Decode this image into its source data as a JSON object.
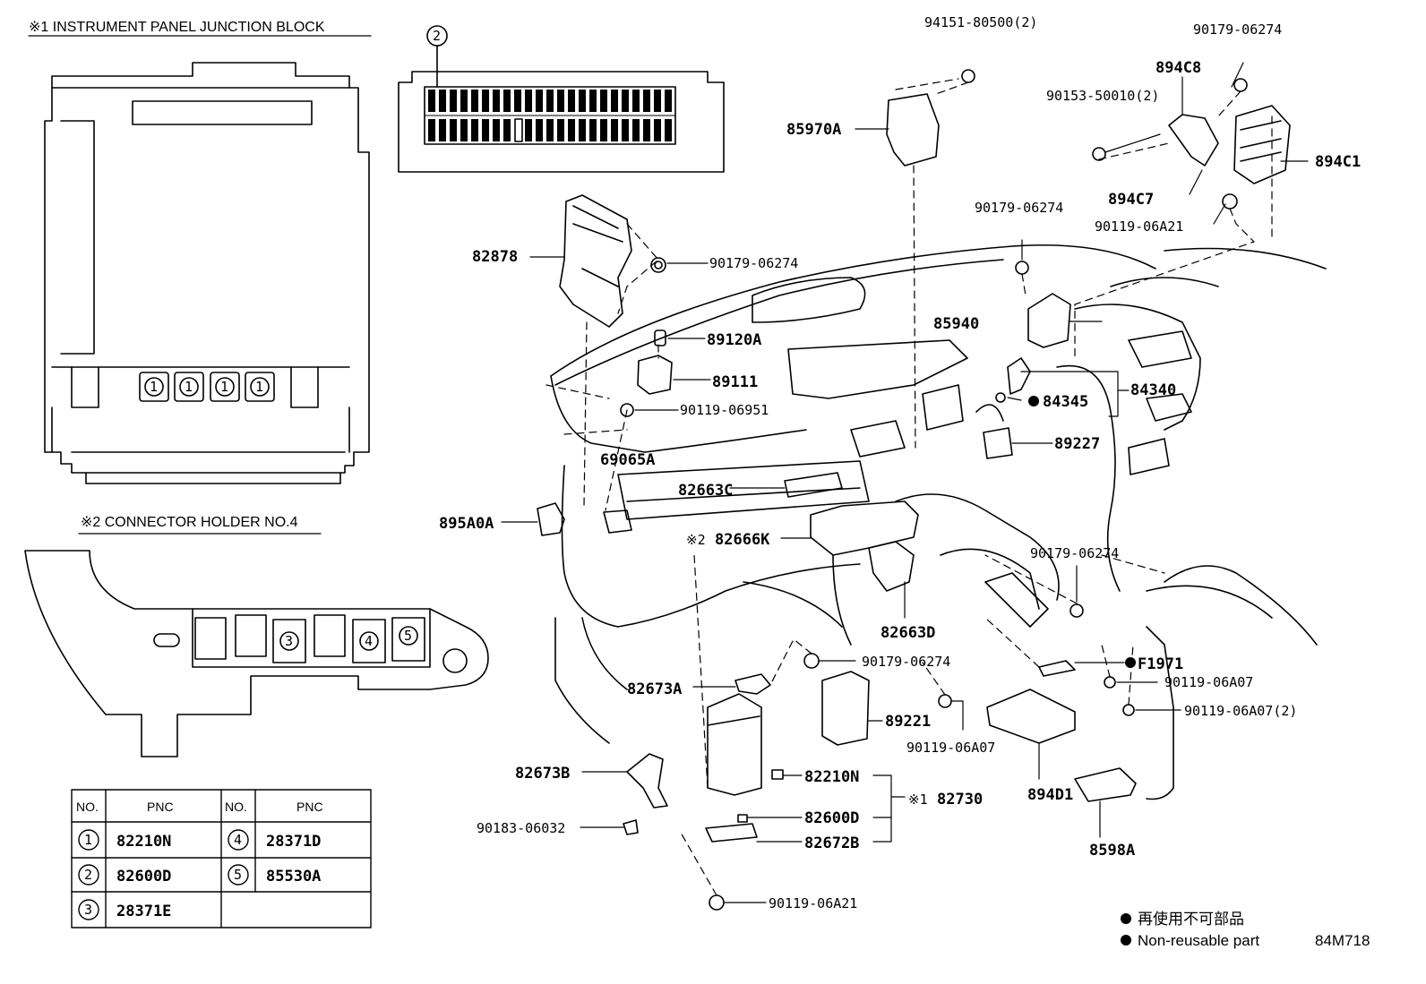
{
  "titles": {
    "jb_title": "※1 INSTRUMENT PANEL JUNCTION BLOCK",
    "ch_title": "※2 CONNECTOR HOLDER NO.4"
  },
  "diagram_ref": "84M718",
  "legend": {
    "jp": "再使用不可部品",
    "en": "Non-reusable part"
  },
  "circle_labels": {
    "c1": "1",
    "c2": "2",
    "c3": "3",
    "c4": "4",
    "c5": "5"
  },
  "table": {
    "headers": [
      "NO.",
      "PNC",
      "NO.",
      "PNC"
    ],
    "rows": [
      {
        "no1": "1",
        "pnc1": "82210N",
        "no2": "4",
        "pnc2": "28371D"
      },
      {
        "no1": "2",
        "pnc1": "82600D",
        "no2": "5",
        "pnc2": "85530A"
      },
      {
        "no1": "3",
        "pnc1": "28371E",
        "no2": "",
        "pnc2": ""
      }
    ]
  },
  "parts": {
    "p94151": "94151-80500(2)",
    "p90179_a": "90179-06274",
    "p894C8": "894C8",
    "p90153": "90153-50010(2)",
    "p85970A": "85970A",
    "p894C1": "894C1",
    "p894C7": "894C7",
    "p90119_06A21_a": "90119-06A21",
    "p90179_b": "90179-06274",
    "p82878": "82878",
    "p90179_c": "90179-06274",
    "p85940": "85940",
    "p89120A": "89120A",
    "p84340": "84340",
    "p84345": "84345",
    "p89111": "89111",
    "p90119_06951": "90119-06951",
    "p89227": "89227",
    "p69065A": "69065A",
    "p82663C": "82663C",
    "p895A0A": "895A0A",
    "p82666K": "82666K",
    "p82666K_pre": "※2",
    "p90179_d": "90179-06274",
    "p82663D": "82663D",
    "p90179_e": "90179-06274",
    "pF1971": "F1971",
    "p82673A": "82673A",
    "p90119_06A07_a": "90119-06A07",
    "p89221": "89221",
    "p90119_06A07_2": "90119-06A07(2)",
    "p90119_06A07_b": "90119-06A07",
    "p82673B": "82673B",
    "p82210N": "82210N",
    "p82730": "82730",
    "p82730_pre": "※1",
    "p894D1": "894D1",
    "p82600D": "82600D",
    "p90183": "90183-06032",
    "p82672B": "82672B",
    "p8598A": "8598A",
    "p90119_06A21_b": "90119-06A21"
  }
}
